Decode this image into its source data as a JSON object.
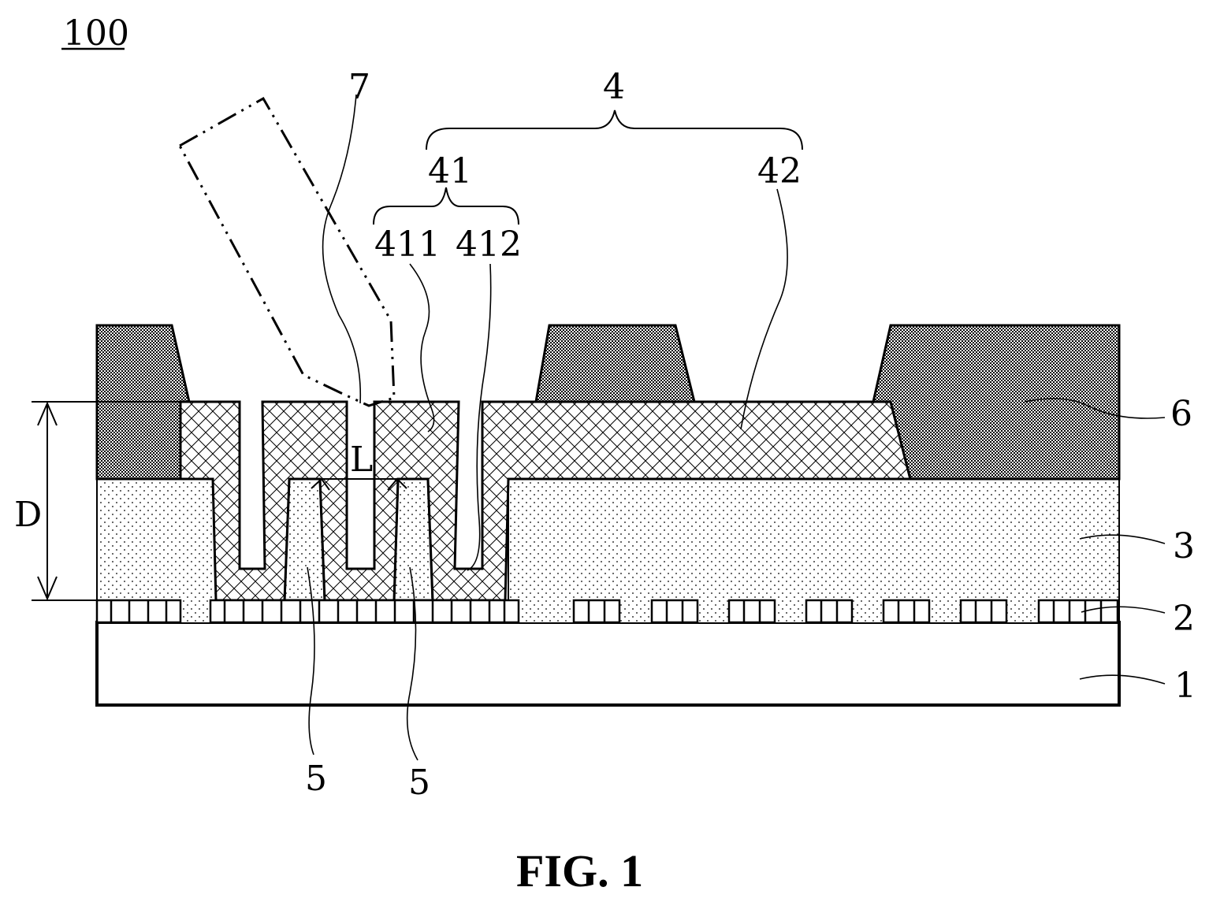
{
  "figure": {
    "ref_number": "100",
    "caption": "FIG. 1"
  },
  "labels": {
    "l7": "7",
    "l4": "4",
    "l41": "41",
    "l42": "42",
    "l411": "411",
    "l412": "412",
    "l6": "6",
    "l3": "3",
    "l2": "2",
    "l1": "1",
    "l5a": "5",
    "l5b": "5",
    "lL": "L",
    "lD": "D"
  },
  "colors": {
    "line": "#000000",
    "background": "#ffffff",
    "layer6_fill": "#5a5a5a"
  }
}
